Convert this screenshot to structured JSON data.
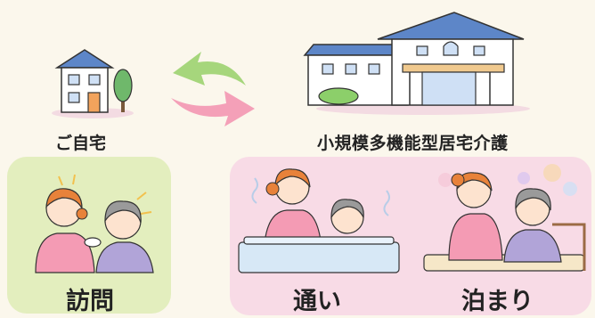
{
  "home": {
    "label": "ご自宅"
  },
  "facility": {
    "label": "小規模多機能型居宅介護"
  },
  "services": {
    "visit": {
      "label": "訪問"
    },
    "day": {
      "label": "通い"
    },
    "stay": {
      "label": "泊まり"
    }
  },
  "colors": {
    "background": "#fbf7ec",
    "visit_panel": "#e3eebe",
    "care_panel": "#f8dbe6",
    "arrow_green": "#a6d67c",
    "arrow_pink": "#f4a0b8"
  }
}
